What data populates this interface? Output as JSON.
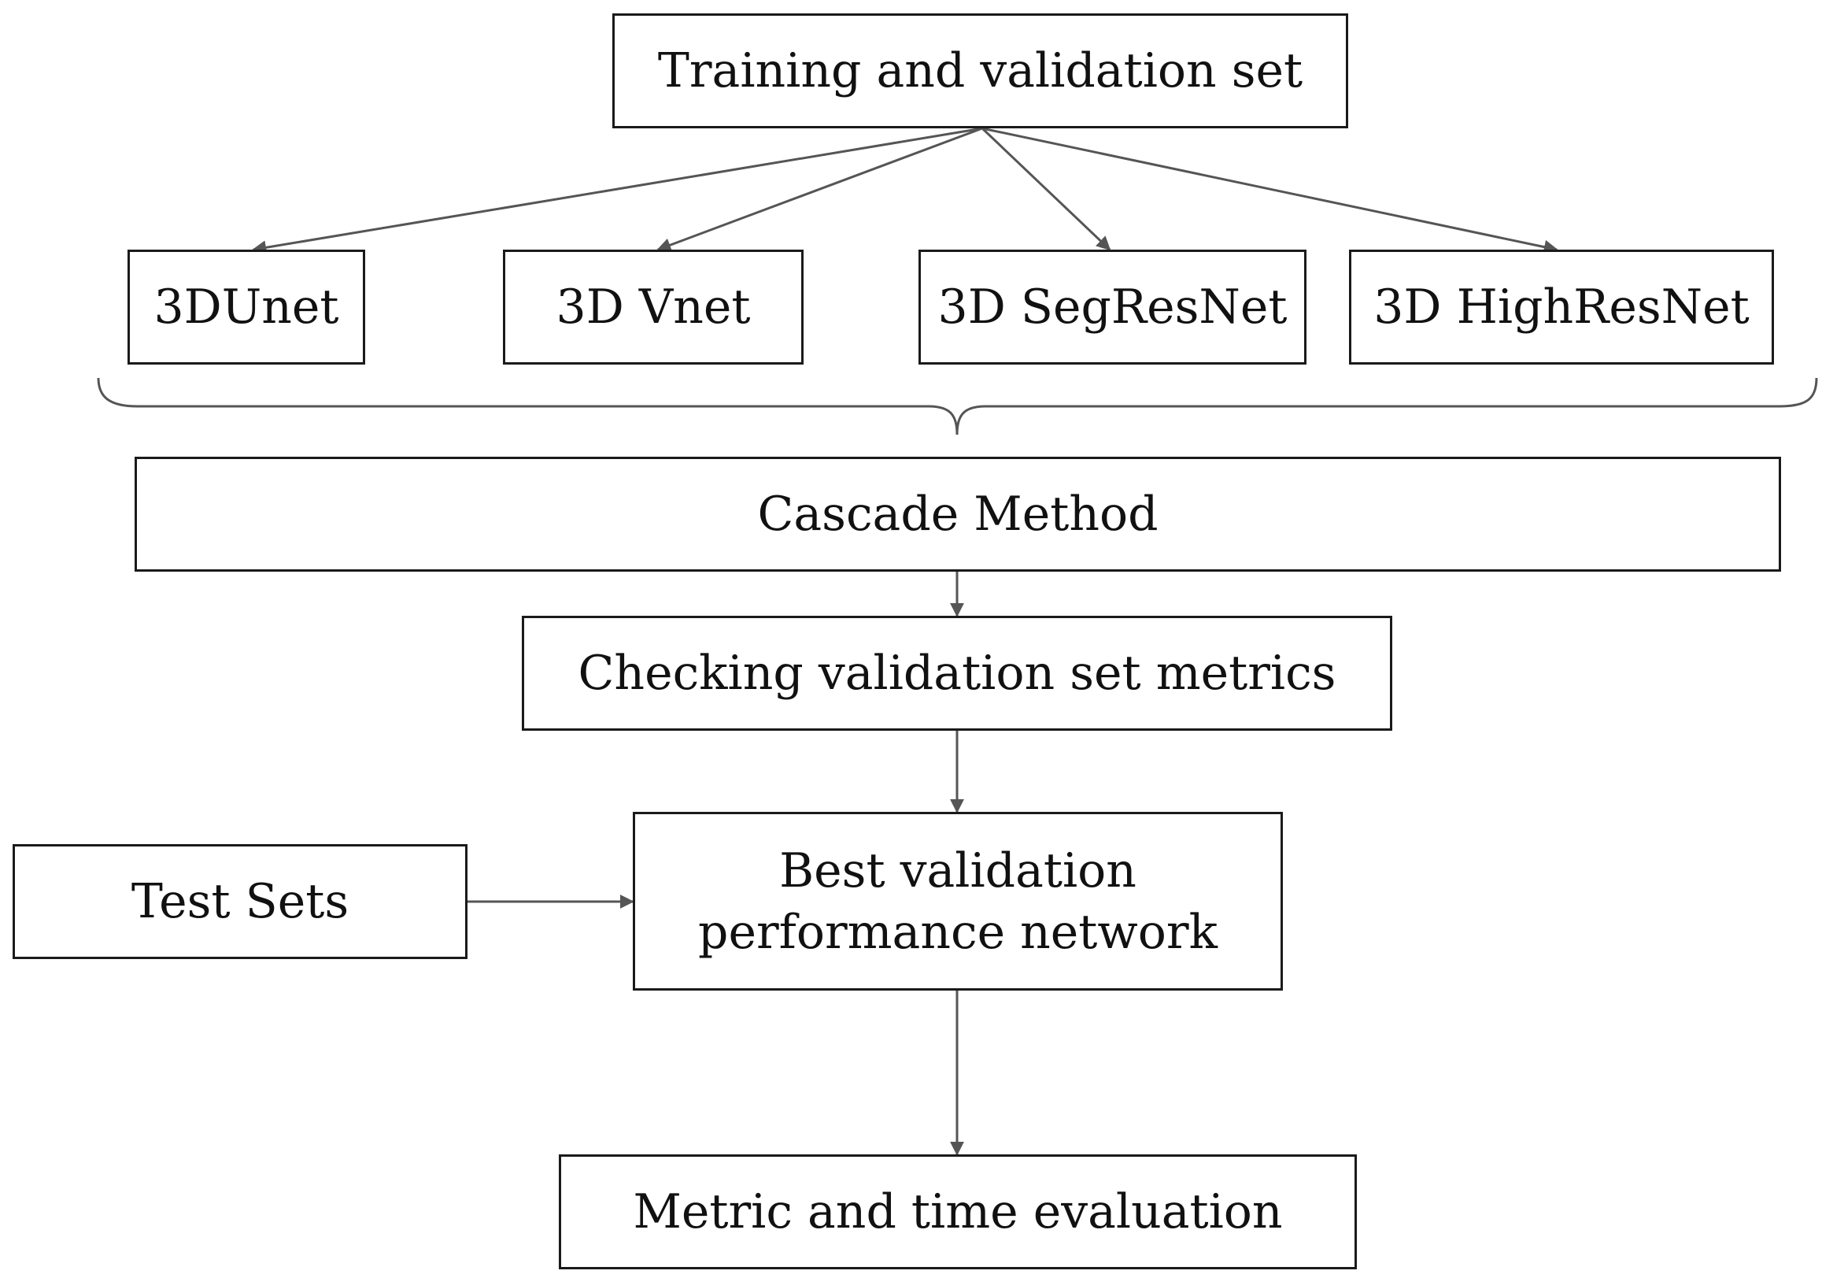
{
  "nodes": {
    "training": "Training and validation set",
    "unet": "3DUnet",
    "vnet": "3D Vnet",
    "segresnet": "3D SegResNet",
    "highresnet": "3D HighResNet",
    "cascade": "Cascade Method",
    "checking": "Checking validation set metrics",
    "best_line1": "Best validation",
    "best_line2": "performance network",
    "test_sets": "Test Sets",
    "metric": "Metric and time evaluation"
  },
  "colors": {
    "box_border": "#1a1a1a",
    "arrow": "#555555",
    "text": "#111111"
  }
}
